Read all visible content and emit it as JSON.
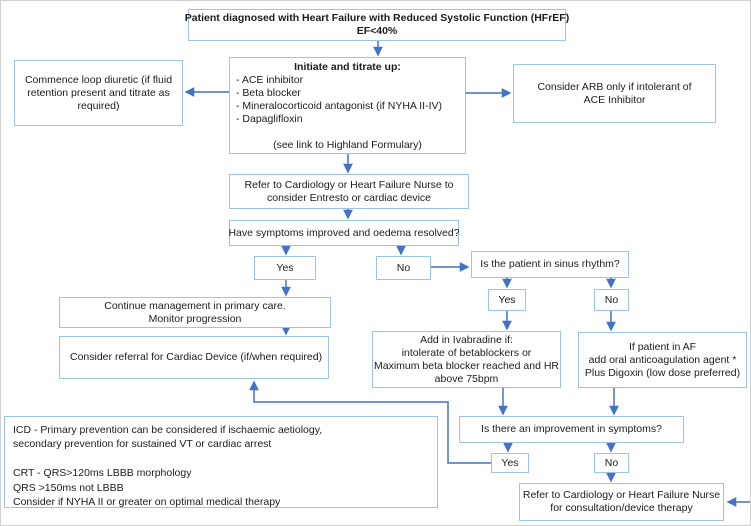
{
  "colors": {
    "box_border": "#9dc3e6",
    "arrow": "#4472c4",
    "text": "#1c1c1c",
    "background": "#ffffff"
  },
  "nodes": {
    "start": {
      "lines": [
        "Patient diagnosed with Heart Failure with Reduced Systolic Function (HFrEF)",
        "EF<40%"
      ]
    },
    "initiate": {
      "title": "Initiate and titrate up:",
      "items": [
        "- ACE inhibitor",
        "- Beta blocker",
        "- Mineralocorticoid antagonist (if NYHA II-IV)",
        "- Dapaglifloxin"
      ],
      "footer": "(see link to Highland Formulary)"
    },
    "loop_diuretic": {
      "lines": [
        "Commence loop diuretic (if fluid",
        "retention present and titrate as",
        "required)"
      ]
    },
    "arb": {
      "lines": [
        "Consider ARB only if intolerant of",
        "ACE Inhibitor"
      ]
    },
    "refer_cardiology": {
      "lines": [
        "Refer to Cardiology or Heart Failure Nurse to",
        "consider Entresto or cardiac device"
      ]
    },
    "symptoms_question": {
      "text": "Have symptoms improved and oedema resolved?"
    },
    "yes1": {
      "text": "Yes"
    },
    "no1": {
      "text": "No"
    },
    "sinus_question": {
      "text": "Is the patient in sinus rhythm?"
    },
    "yes2": {
      "text": "Yes"
    },
    "no2": {
      "text": "No"
    },
    "continue_care": {
      "lines": [
        "Continue management in primary care.",
        "Monitor progression"
      ]
    },
    "device_referral": {
      "text": "Consider referral for Cardiac Device (if/when required)"
    },
    "ivabradine": {
      "lines": [
        "Add in Ivabradine if:",
        "intolerate of betablockers or",
        "Maximum beta blocker reached and HR",
        "above 75bpm"
      ]
    },
    "af": {
      "lines": [
        "If patient in AF",
        "add oral anticoagulation agent *",
        "Plus Digoxin (low dose preferred)"
      ]
    },
    "improvement_question": {
      "text": "Is there an improvement in symptoms?"
    },
    "yes3": {
      "text": "Yes"
    },
    "no3": {
      "text": "No"
    },
    "refer_device": {
      "lines": [
        "Refer to Cardiology or Heart Failure Nurse",
        "for consultation/device therapy"
      ]
    },
    "icd_notes": {
      "lines": [
        "ICD - Primary prevention can be considered if ischaemic aetiology,",
        " secondary prevention for sustained VT or cardiac arrest",
        "",
        "CRT - QRS>120ms LBBB morphology",
        "QRS >150ms not LBBB",
        "Consider if NYHA II or greater on optimal medical therapy"
      ]
    }
  }
}
